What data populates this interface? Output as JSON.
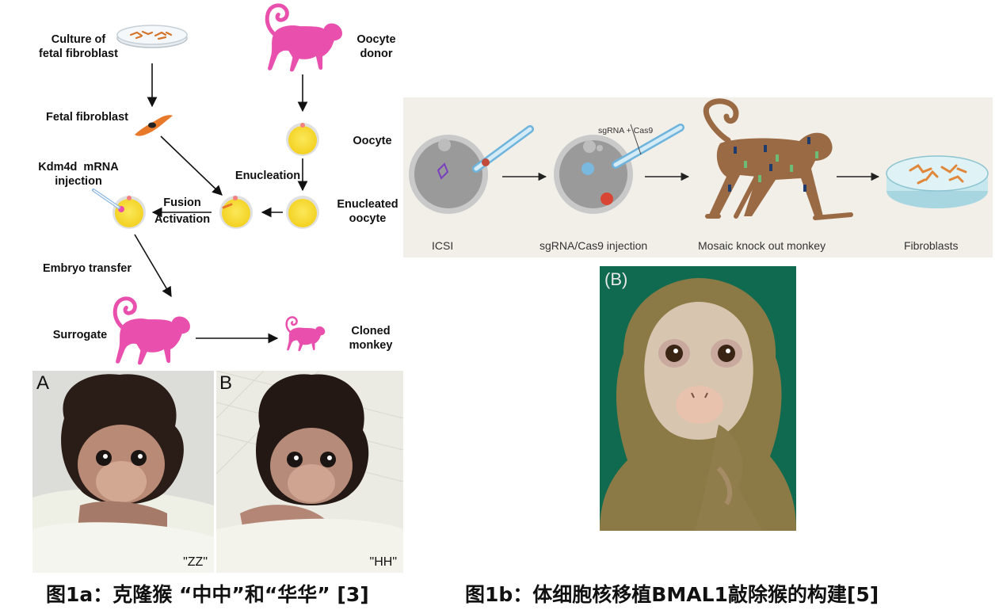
{
  "fig1a": {
    "labels": {
      "culture": "Culture of\nfetal fibroblast",
      "oocyte_donor": "Oocyte\ndonor",
      "fetal_fibroblast": "Fetal fibroblast",
      "oocyte": "Oocyte",
      "enucleation": "Enucleation",
      "kdm4d": "Kdm4d  mRNA\ninjection",
      "fusion": "Fusion",
      "activation": "Activation",
      "enucleated": "Enucleated\noocyte",
      "embryo_transfer": "Embryo transfer",
      "surrogate": "Surrogate",
      "cloned": "Cloned\nmonkey"
    },
    "photos": {
      "a_letter": "A",
      "b_letter": "B",
      "a_name": "\"ZZ\"",
      "b_name": "\"HH\""
    },
    "caption": "图1a：克隆猴 “中中”和“华华” [3]"
  },
  "fig1b": {
    "steps": [
      "ICSI",
      "sgRNA/Cas9 injection",
      "Mosaic knock out monkey",
      "Fibroblasts"
    ],
    "reagent": "sgRNA + Cas9",
    "photo_letter": "(B)",
    "caption": "图1b：体细胞核移植BMAL1敲除猴的构建[5]"
  },
  "colors": {
    "monkey_pink": "#e94fad",
    "oocyte_yellow": "#f6d82c",
    "fibroblast_orange": "#e8782a",
    "ko_monkey_brown": "#9a6a45",
    "panel_bg": "#f2efe9"
  }
}
